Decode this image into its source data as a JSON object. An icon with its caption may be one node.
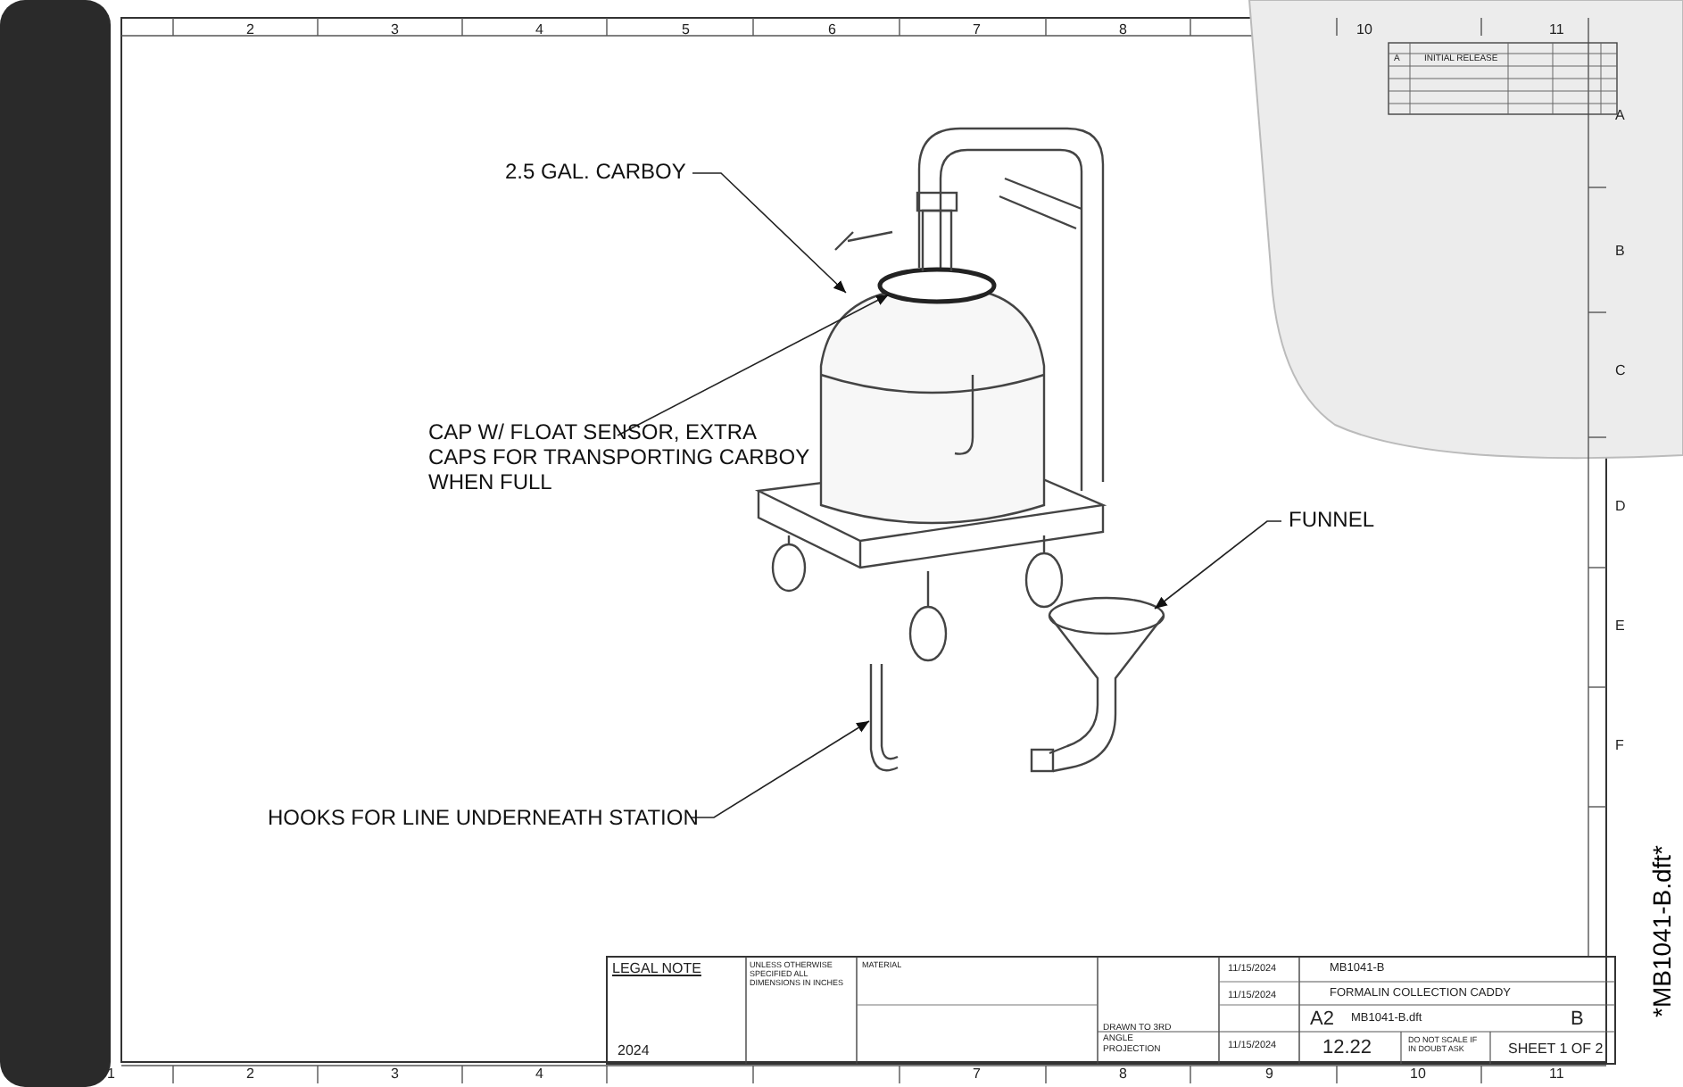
{
  "diagram": {
    "nodes": [
      {
        "text": [
          "2.5 GAL. CARBOY"
        ]
      },
      {
        "text": [
          "CAP W/ FLOAT SENSOR, EXTRA CAPS FOR TRANSPORTING CARBOY WHEN FULL"
        ]
      },
      {
        "text": [
          "FUNNEL"
        ]
      },
      {
        "text": [
          "HOOKS FOR LINE UNDERNEATH STATION"
        ]
      },
      {
        "text": [],
        "shape": "picture"
      },
      {
        "text": [],
        "shape": "picture"
      },
      {
        "text": [],
        "shape": "picture"
      },
      {
        "text": [],
        "shape": "picture"
      }
    ],
    "edges": [
      {
        "from": 0,
        "to": 4,
        "arrow": "to"
      },
      {
        "from": 1,
        "to": 5,
        "arrow": "to"
      },
      {
        "from": 2,
        "to": 6,
        "arrow": "to"
      },
      {
        "from": 3,
        "to": 7,
        "arrow": "to"
      }
    ],
    "labels": [
      "2",
      "3",
      "4",
      "5",
      "6",
      "7",
      "8",
      "10",
      "11",
      "A",
      "INITIAL RELEASE",
      "A",
      "B",
      "C",
      "D",
      "E",
      "F",
      "*MB1041-B.dft*",
      "LEGAL NOTE",
      "2024",
      "UNLESS OTHERWISE SPECIFIED ALL DIMENSIONS IN INCHES",
      "MATERIAL",
      "11/15/2024",
      "11/15/2024",
      "11/15/2024",
      "DRAWN TO 3RD ANGLE PROJECTION",
      "MB1041-B",
      "FORMALIN COLLECTION CADDY",
      "A2",
      "MB1041-B.dft",
      "B",
      "12.22",
      "DO NOT SCALE IF IN DOUBT ASK",
      "SHEET 1 OF 2",
      "1",
      "2",
      "3",
      "4",
      "7",
      "8",
      "9",
      "10",
      "11"
    ]
  }
}
